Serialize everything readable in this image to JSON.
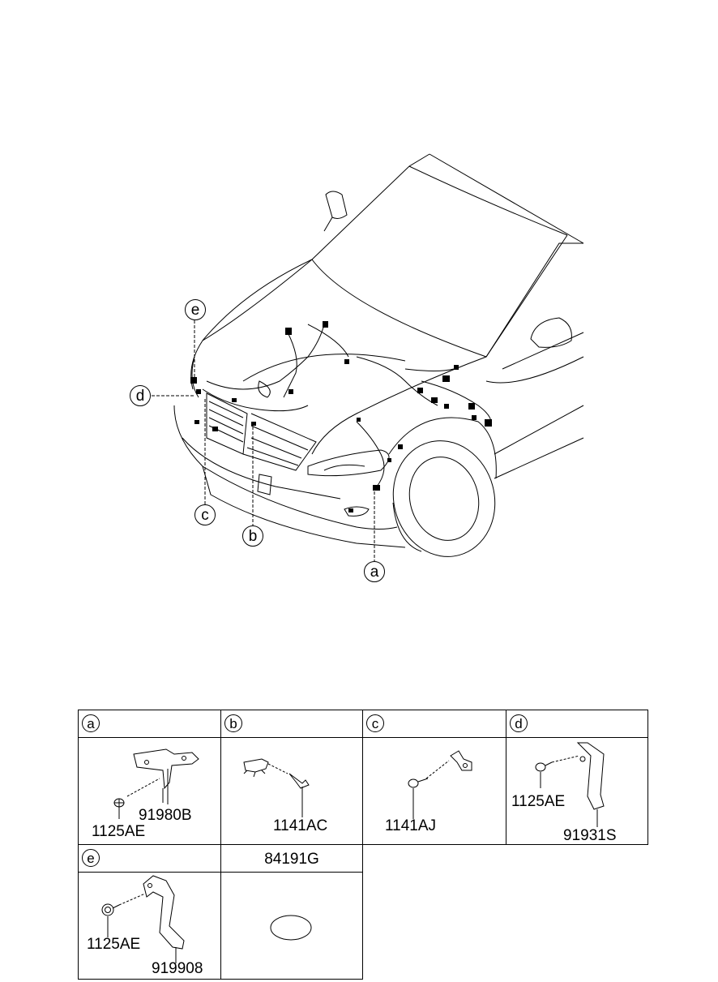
{
  "callouts": {
    "a": "a",
    "b": "b",
    "c": "c",
    "d": "d",
    "e": "e"
  },
  "table": {
    "a": {
      "letter": "a",
      "parts": [
        "91980B",
        "1125AE"
      ]
    },
    "b": {
      "letter": "b",
      "parts": [
        "1141AC"
      ]
    },
    "c": {
      "letter": "c",
      "parts": [
        "1141AJ"
      ]
    },
    "d": {
      "letter": "d",
      "parts": [
        "1125AE",
        "91931S"
      ]
    },
    "e": {
      "letter": "e",
      "parts": [
        "1125AE",
        "919908"
      ]
    },
    "f": {
      "title": "84191G"
    }
  }
}
